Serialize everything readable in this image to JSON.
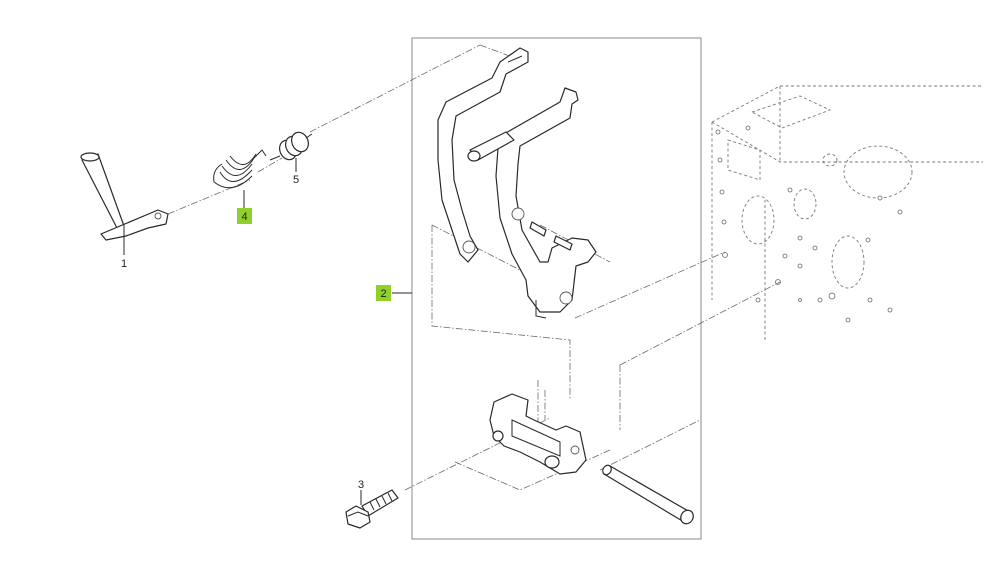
{
  "callouts": [
    {
      "id": "1",
      "highlighted": false
    },
    {
      "id": "2",
      "highlighted": true
    },
    {
      "id": "3",
      "highlighted": false
    },
    {
      "id": "4",
      "highlighted": true
    },
    {
      "id": "5",
      "highlighted": false
    }
  ],
  "colors": {
    "highlight": "#8fd12a",
    "line": "#2a2a2a",
    "phantom": "#7a7a7a",
    "frame": "#888888"
  }
}
